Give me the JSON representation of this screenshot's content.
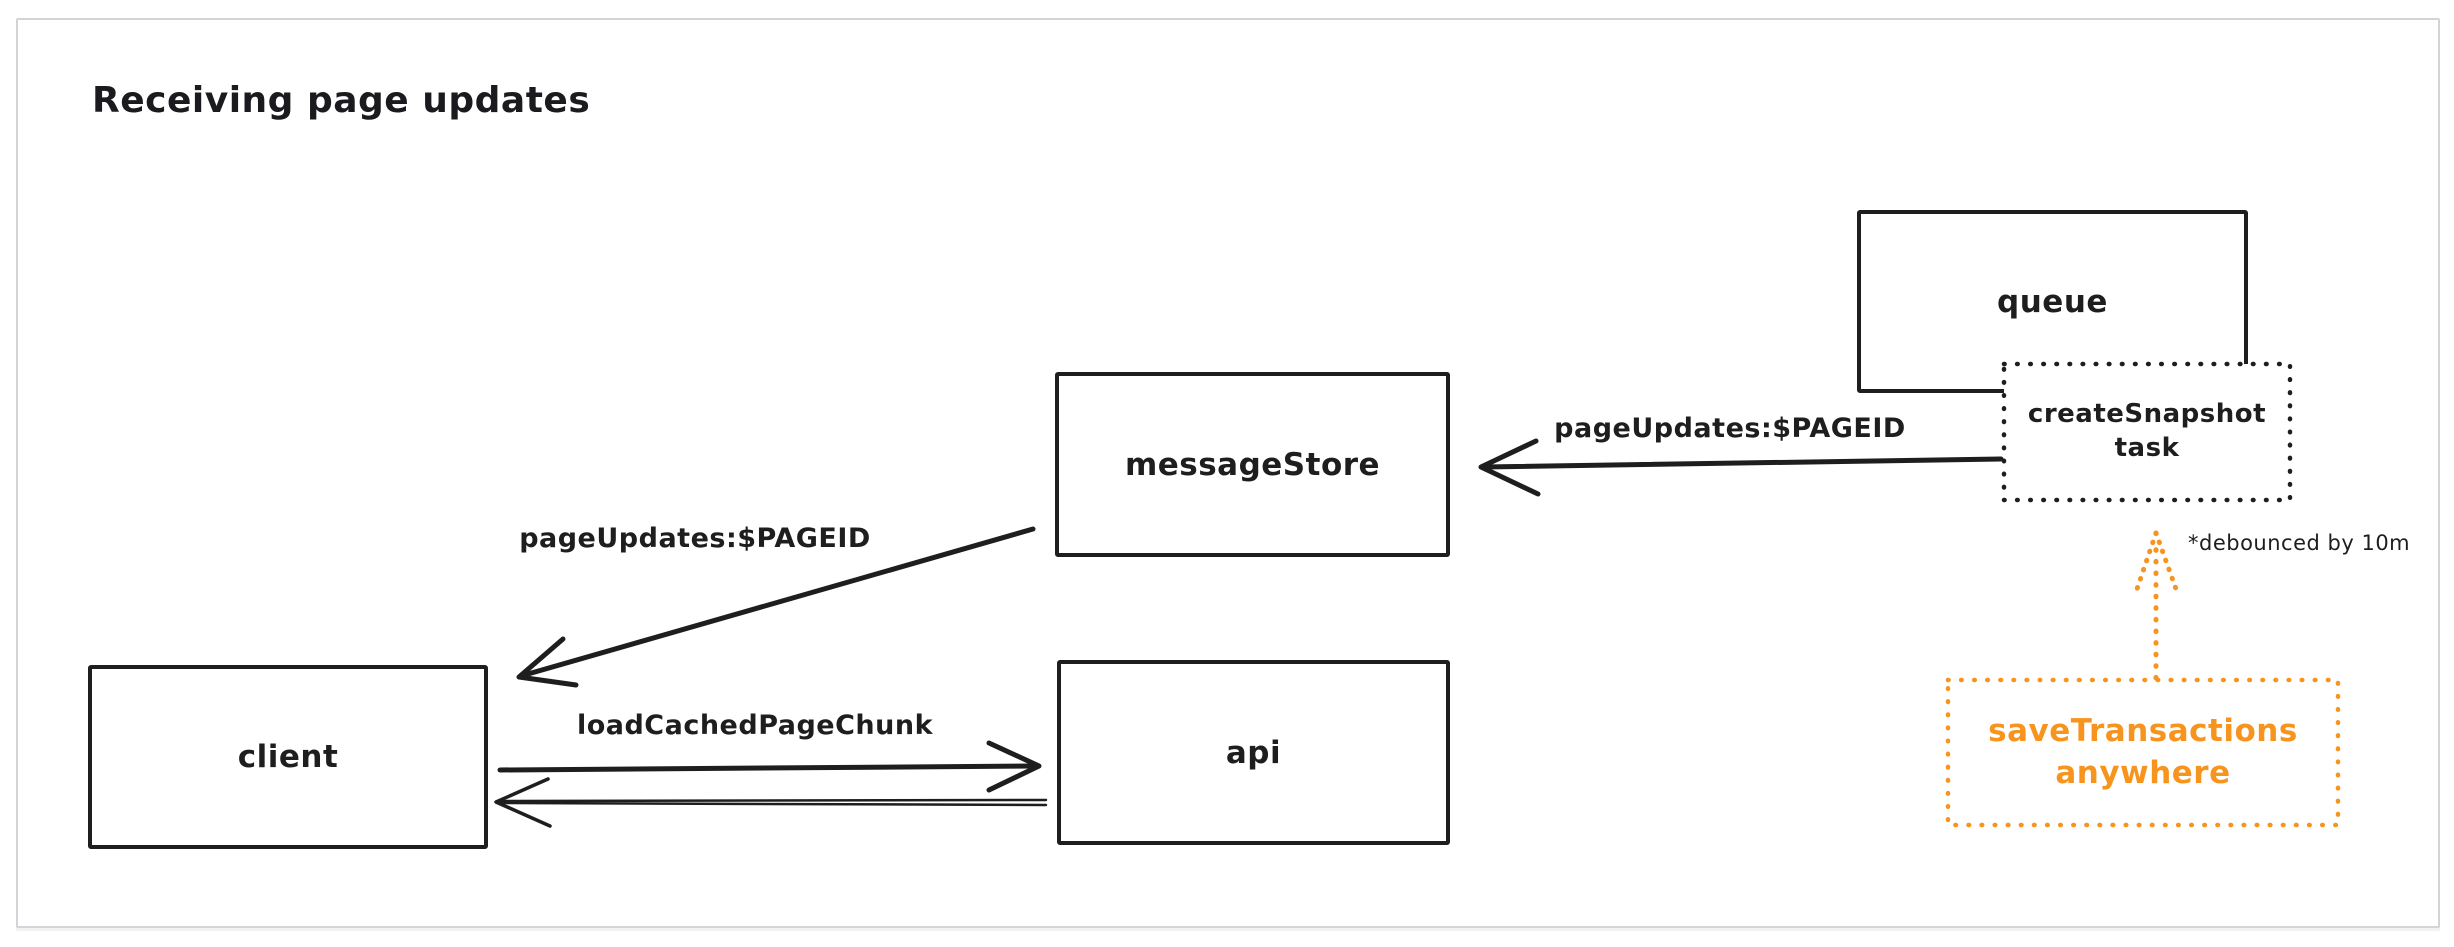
{
  "diagram": {
    "title": "Receiving page updates",
    "nodes": {
      "queue": {
        "label": "queue"
      },
      "message_store": {
        "label": "messageStore"
      },
      "client": {
        "label": "client"
      },
      "api": {
        "label": "api"
      },
      "create_snapshot_task": {
        "label": "createSnapshot\ntask",
        "style": "dotted-black"
      },
      "save_transactions": {
        "label": "saveTransactions\nanywhere",
        "style": "dotted-orange"
      }
    },
    "edges": {
      "create_snapshot_to_message_store": {
        "label": "pageUpdates:$PAGEID",
        "direction": "right-to-left"
      },
      "message_store_to_client": {
        "label": "pageUpdates:$PAGEID",
        "direction": "diagonal-down-left"
      },
      "client_to_api": {
        "label": "loadCachedPageChunk",
        "direction": "left-to-right"
      },
      "api_to_client": {
        "label": "",
        "direction": "right-to-left"
      },
      "save_transactions_to_create_snapshot": {
        "label": "",
        "direction": "up",
        "style": "dotted-orange"
      }
    },
    "annotations": {
      "debounce_note": "*debounced by 10m"
    },
    "colors": {
      "ink": "#1e1e1e",
      "accent_orange": "#f7941d",
      "card_border": "#d4d4d8"
    }
  }
}
